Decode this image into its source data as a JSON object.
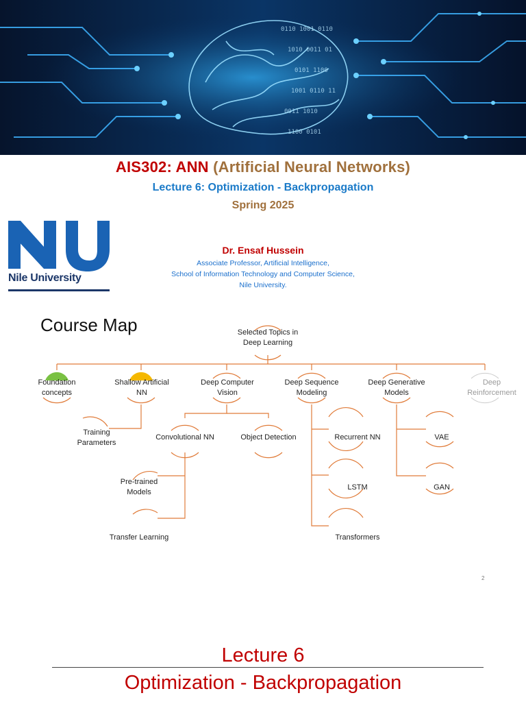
{
  "header": {
    "course_code": "AIS302: ANN",
    "course_paren": "(Artificial Neural Networks)",
    "lecture": "Lecture 6: Optimization - Backpropagation",
    "term": "Spring 2025"
  },
  "instructor": {
    "name": "Dr. Ensaf Hussein",
    "title": "Associate Professor, Artificial Intelligence,",
    "school": "School of Information Technology and Computer Science,",
    "university": "Nile University."
  },
  "logo": {
    "text": "Nile University",
    "color": "#1a63b4"
  },
  "course_map": {
    "title": "Course Map",
    "root": "Selected Topics in\nDeep Learning",
    "branches": {
      "foundation": "Foundation\nconcepts",
      "shallow": "Shallow  Artificial\nNN",
      "cv": "Deep   Computer\nVision",
      "seq": "Deep Sequence\nModeling",
      "gen": "Deep Generative\nModels",
      "rl": "Deep\nReinforcement"
    },
    "leaves": {
      "training": "Training\nParameters",
      "cnn": "Convolutional NN",
      "object_detection": "Object Detection",
      "pretrained": "Pre-trained\nModels",
      "transfer": "Transfer Learning",
      "rnn": "Recurrent NN",
      "lstm": "LSTM",
      "transformers": "Transformers",
      "vae": "VAE",
      "gan": "GAN"
    },
    "colors": {
      "line": "#e07b39",
      "done": "#7ac143",
      "current": "#f5b800"
    }
  },
  "slide_number": "2",
  "next_slide": {
    "lecture": "Lecture 6",
    "title": "Optimization - Backpropagation"
  }
}
